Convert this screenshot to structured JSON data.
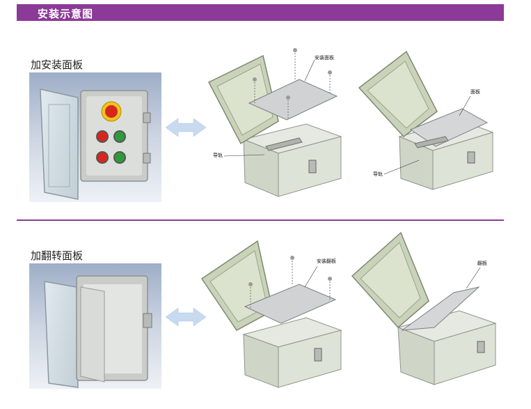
{
  "header": {
    "title": "安装示意图"
  },
  "sections": [
    {
      "title": "加安装面板",
      "callouts": {
        "plate": "安装面板",
        "rail": "导轨",
        "panel": "面板",
        "rail2": "导轨"
      }
    },
    {
      "title": "加翻转面板",
      "callouts": {
        "plate": "安装翻板",
        "flip": "翻板"
      }
    }
  ],
  "colors": {
    "accent": "#8b3a97",
    "arrow": "#c8daf0",
    "box_body": "#d6dcd0",
    "lid": "#c9d3b9"
  },
  "icons": [
    "double-arrow-icon",
    "double-arrow-icon"
  ]
}
